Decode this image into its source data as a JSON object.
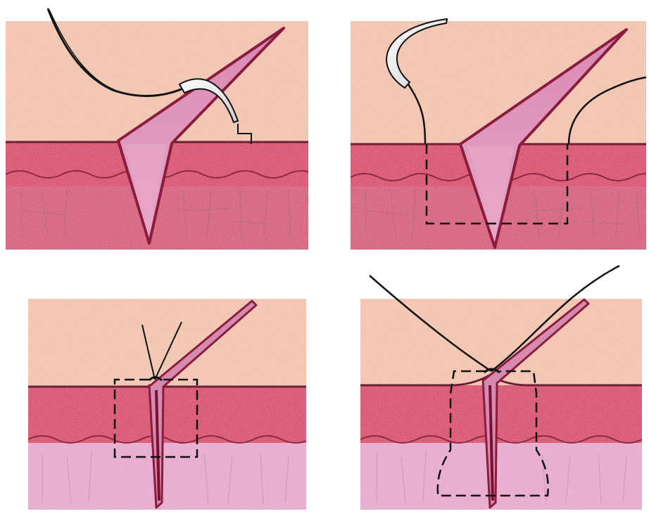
{
  "figure": {
    "panels": [
      {
        "id": "panel-1"
      },
      {
        "id": "panel-2"
      },
      {
        "id": "panel-3"
      },
      {
        "id": "panel-4"
      }
    ]
  }
}
